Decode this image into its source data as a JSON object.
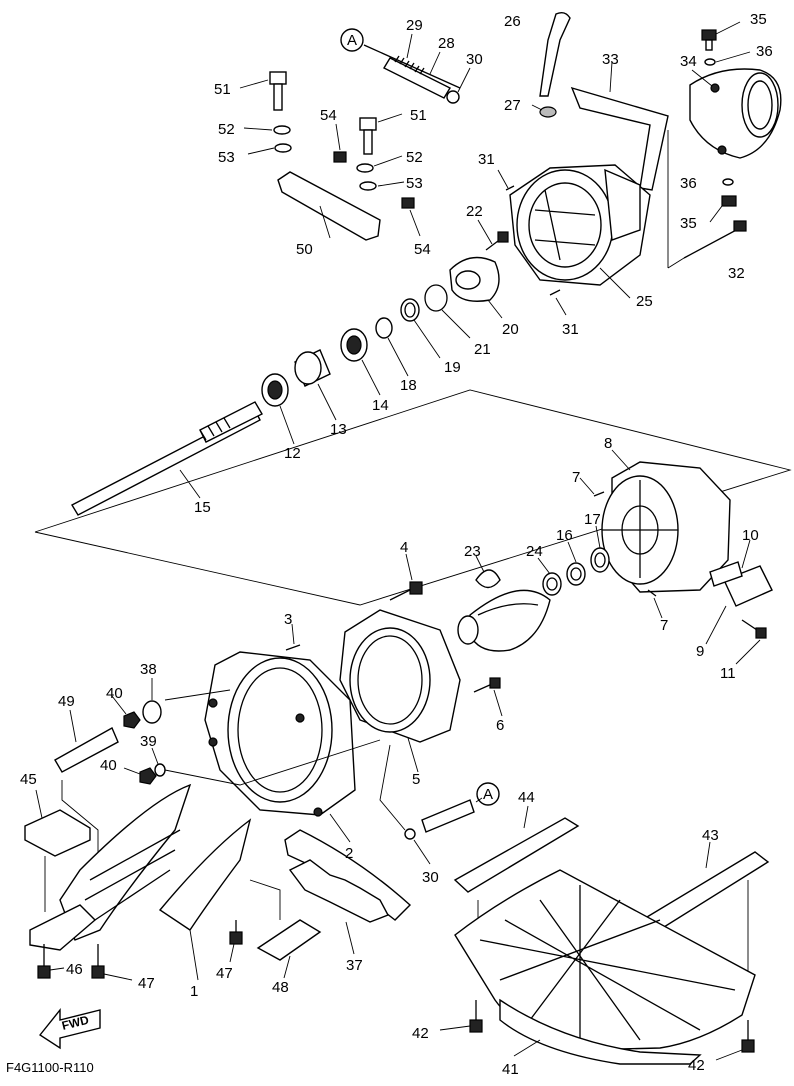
{
  "diagram": {
    "drawing_code": "F4G1100-R110",
    "fwd_label": "FWD",
    "callout_a": "A",
    "labels": {
      "n1": "1",
      "n2": "2",
      "n3": "3",
      "n4": "4",
      "n5": "5",
      "n6": "6",
      "n7a": "7",
      "n7b": "7",
      "n8": "8",
      "n9": "9",
      "n10": "10",
      "n11": "11",
      "n12": "12",
      "n13": "13",
      "n14": "14",
      "n15": "15",
      "n16": "16",
      "n17": "17",
      "n18": "18",
      "n19": "19",
      "n20": "20",
      "n21": "21",
      "n22": "22",
      "n23": "23",
      "n24": "24",
      "n25": "25",
      "n26": "26",
      "n27": "27",
      "n28": "28",
      "n29": "29",
      "n30a": "30",
      "n30b": "30",
      "n31a": "31",
      "n31b": "31",
      "n32": "32",
      "n33": "33",
      "n34": "34",
      "n35a": "35",
      "n35b": "35",
      "n36a": "36",
      "n36b": "36",
      "n37": "37",
      "n38": "38",
      "n39": "39",
      "n40a": "40",
      "n40b": "40",
      "n41": "41",
      "n42a": "42",
      "n42b": "42",
      "n43": "43",
      "n44": "44",
      "n45": "45",
      "n46": "46",
      "n47a": "47",
      "n47b": "47",
      "n48": "48",
      "n49": "49",
      "n50": "50",
      "n51a": "51",
      "n51b": "51",
      "n52a": "52",
      "n52b": "52",
      "n53a": "53",
      "n53b": "53",
      "n54a": "54",
      "n54b": "54"
    }
  }
}
